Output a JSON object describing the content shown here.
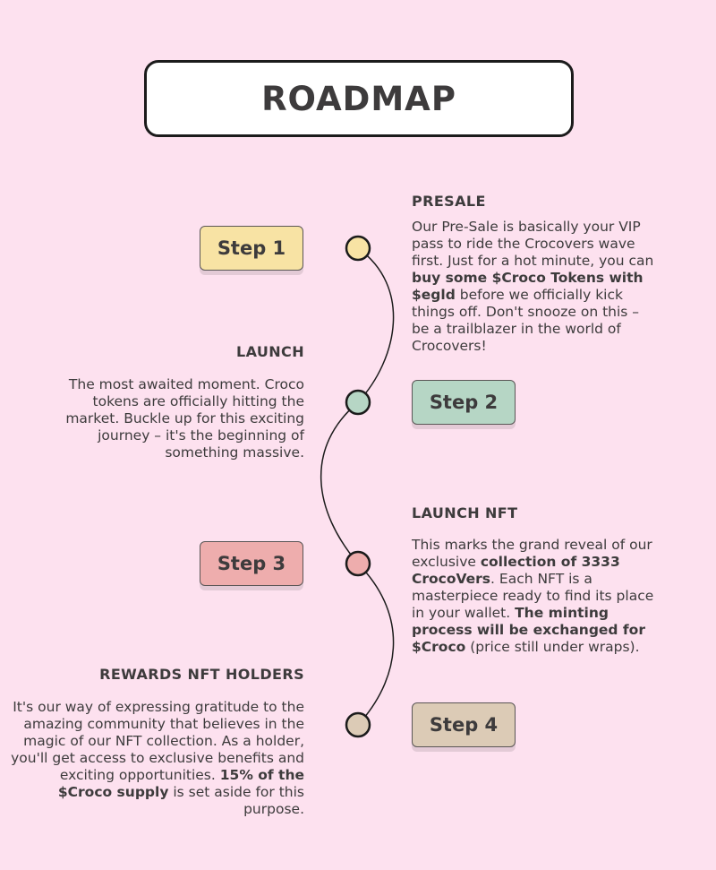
{
  "title": "ROADMAP",
  "steps": [
    {
      "label": "Step 1",
      "color": "#f8e3a4",
      "heading": "PRESALE",
      "text": [
        {
          "t": "Our Pre-Sale is basically your VIP pass to ride the Crocovers wave first. Just for a hot minute, you can ",
          "b": false
        },
        {
          "t": "buy some $Croco Tokens with $egld",
          "b": true
        },
        {
          "t": " before we officially kick things off. Don't snooze on this – be a trailblazer in the world of Crocovers!",
          "b": false
        }
      ]
    },
    {
      "label": "Step 2",
      "color": "#b6d6c5",
      "heading": "LAUNCH",
      "text": [
        {
          "t": "The most awaited moment. Croco tokens are officially hitting the market. Buckle up for this exciting journey – it's the beginning of something massive.",
          "b": false
        }
      ]
    },
    {
      "label": "Step 3",
      "color": "#eeadad",
      "heading": "LAUNCH NFT",
      "text": [
        {
          "t": "This marks the grand reveal of our exclusive ",
          "b": false
        },
        {
          "t": "collection of 3333 CrocoVers",
          "b": true
        },
        {
          "t": ". Each NFT is a masterpiece ready to find its place in your wallet. ",
          "b": false
        },
        {
          "t": "The minting process will be exchanged for $Croco",
          "b": true
        },
        {
          "t": " (price still under wraps).",
          "b": false
        }
      ]
    },
    {
      "label": "Step 4",
      "color": "#dccbb6",
      "heading": "REWARDS NFT HOLDERS",
      "text": [
        {
          "t": "It's our way of expressing gratitude to the amazing community that believes in the magic of our NFT collection. As a holder, you'll get access to exclusive benefits and exciting opportunities. ",
          "b": false
        },
        {
          "t": "15% of the $Croco supply",
          "b": true
        },
        {
          "t": " is set aside for this purpose.",
          "b": false
        }
      ]
    }
  ]
}
